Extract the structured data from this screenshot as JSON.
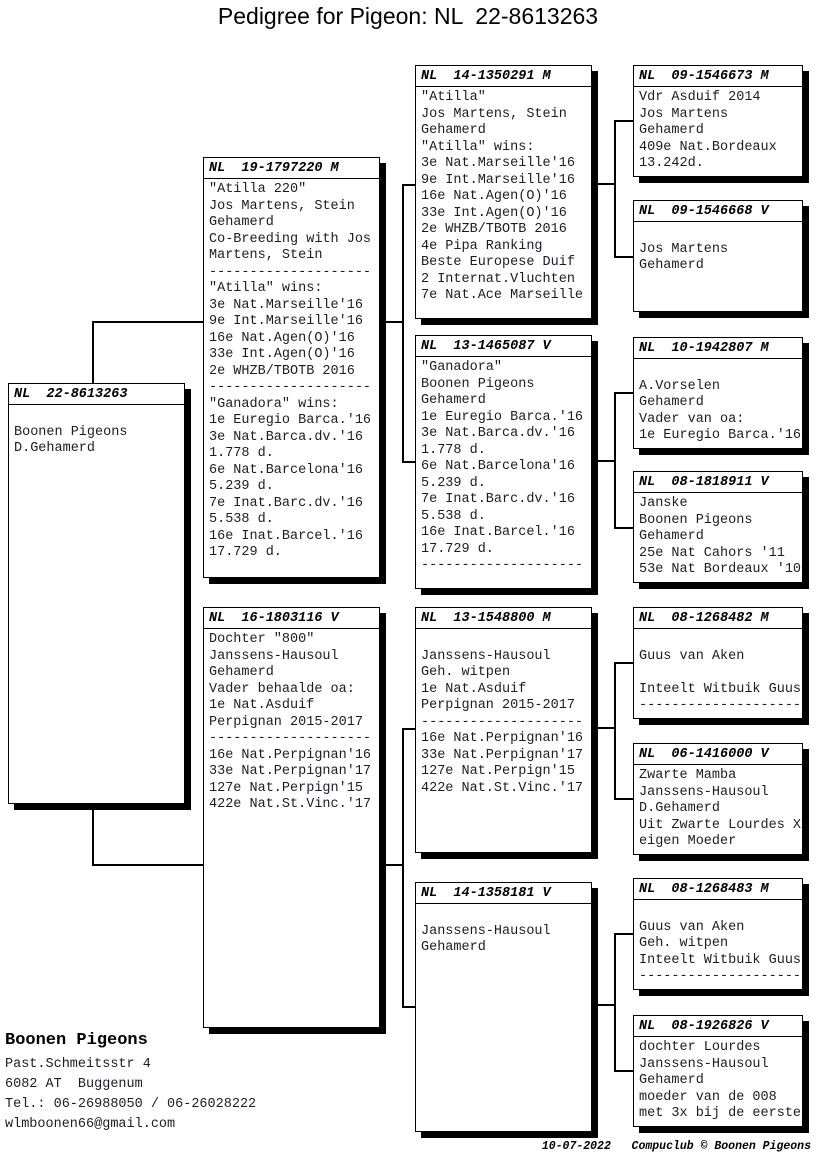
{
  "title": "Pedigree for Pigeon: NL  22-8613263",
  "colors": {
    "background": "#ffffff",
    "box_border": "#000000",
    "text": "#1c1c28"
  },
  "boxes": [
    {
      "role": "subject",
      "ring": "NL  22-8613263",
      "body": "\nBoonen Pigeons\nD.Gehamerd"
    },
    {
      "role": "sire",
      "ring": "NL  19-1797220 M",
      "body": "\"Atilla 220\"\nJos Martens, Stein\nGehamerd\nCo-Breeding with Jos\nMartens, Stein\n--------------------\n\"Atilla\" wins:\n3e Nat.Marseille'16\n9e Int.Marseille'16\n16e Nat.Agen(O)'16\n33e Int.Agen(O)'16\n2e WHZB/TBOTB 2016\n--------------------\n\"Ganadora\" wins:\n1e Euregio Barca.'16\n3e Nat.Barca.dv.'16\n1.778 d.\n6e Nat.Barcelona'16\n5.239 d.\n7e Inat.Barc.dv.'16\n5.538 d.\n16e Inat.Barcel.'16\n17.729 d."
    },
    {
      "role": "dam",
      "ring": "NL  16-1803116 V",
      "body": "Dochter \"800\"\nJanssens-Hausoul\nGehamerd\nVader behaalde oa:\n1e Nat.Asduif\nPerpignan 2015-2017\n--------------------\n16e Nat.Perpignan'16\n33e Nat.Perpignan'17\n127e Nat.Perpign'15\n422e Nat.St.Vinc.'17"
    },
    {
      "role": "sires-sire",
      "ring": "NL  14-1350291 M",
      "body": "\"Atilla\"\nJos Martens, Stein\nGehamerd\n\"Atilla\" wins:\n3e Nat.Marseille'16\n9e Int.Marseille'16\n16e Nat.Agen(O)'16\n33e Int.Agen(O)'16\n2e WHZB/TBOTB 2016\n4e Pipa Ranking\nBeste Europese Duif\n2 Internat.Vluchten\n7e Nat.Ace Marseille"
    },
    {
      "role": "sires-dam",
      "ring": "NL  13-1465087 V",
      "body": "\"Ganadora\"\nBoonen Pigeons\nGehamerd\n1e Euregio Barca.'16\n3e Nat.Barca.dv.'16\n1.778 d.\n6e Nat.Barcelona'16\n5.239 d.\n7e Inat.Barc.dv.'16\n5.538 d.\n16e Inat.Barcel.'16\n17.729 d.\n--------------------"
    },
    {
      "role": "dams-sire",
      "ring": "NL  13-1548800 M",
      "body": "\nJanssens-Hausoul\nGeh. witpen\n1e Nat.Asduif\nPerpignan 2015-2017\n--------------------\n16e Nat.Perpignan'16\n33e Nat.Perpignan'17\n127e Nat.Perpign'15\n422e Nat.St.Vinc.'17"
    },
    {
      "role": "dams-dam",
      "ring": "NL  14-1358181 V",
      "body": "\nJanssens-Hausoul\nGehamerd"
    },
    {
      "role": "sires-sires-sire",
      "ring": "NL  09-1546673 M",
      "body": "Vdr Asduif 2014\nJos Martens\nGehamerd\n409e Nat.Bordeaux\n13.242d."
    },
    {
      "role": "sires-sires-dam",
      "ring": "NL  09-1546668 V",
      "body": "\nJos Martens\nGehamerd"
    },
    {
      "role": "sires-dams-sire",
      "ring": "NL  10-1942807 M",
      "body": "\nA.Vorselen\nGehamerd\nVader van oa:\n1e Euregio Barca.'16"
    },
    {
      "role": "sires-dams-dam",
      "ring": "NL  08-1818911 V",
      "body": "Janske\nBoonen Pigeons\nGehamerd\n25e Nat Cahors '11\n53e Nat Bordeaux '10"
    },
    {
      "role": "dams-sires-sire",
      "ring": "NL  08-1268482 M",
      "body": "\nGuus van Aken\n\nInteelt Witbuik Guus\n--------------------"
    },
    {
      "role": "dams-sires-dam",
      "ring": "NL  06-1416000 V",
      "body": "Zwarte Mamba\nJanssens-Hausoul\nD.Gehamerd\nUit Zwarte Lourdes X\neigen Moeder"
    },
    {
      "role": "dams-dams-sire",
      "ring": "NL  08-1268483 M",
      "body": "\nGuus van Aken\nGeh. witpen\nInteelt Witbuik Guus\n--------------------"
    },
    {
      "role": "dams-dams-dam",
      "ring": "NL  08-1926826 V",
      "body": "dochter Lourdes\nJanssens-Hausoul\nGehamerd\nmoeder van de 008\nmet 3x bij de eerste"
    }
  ],
  "owner": {
    "name": "Boonen Pigeons",
    "address1": "Past.Schmeitsstr 4",
    "address2": "6082 AT  Buggenum",
    "phone": "Tel.: 06-26988050 / 06-26028222",
    "email": "wlmboonen66@gmail.com"
  },
  "footer": "10-07-2022   Compuclub © Boonen Pigeons"
}
